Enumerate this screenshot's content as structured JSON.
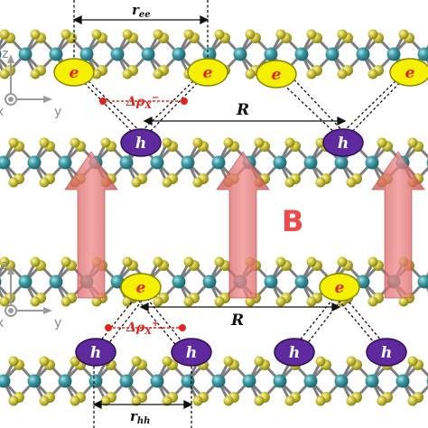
{
  "labels": {
    "electron": "e",
    "hole": "h",
    "r_ee": "r",
    "r_ee_sub": "ee",
    "r_hh": "r",
    "r_hh_sub": "hh",
    "R_top": "R",
    "R_bottom": "R",
    "delta_rho_minus": "Δρ",
    "delta_rho_minus_sub": "X",
    "delta_rho_minus_sup": "−",
    "delta_rho_plus": "Δρ",
    "delta_rho_plus_sub": "X",
    "delta_rho_plus_sup": "+",
    "field": "B"
  },
  "axes": {
    "z": "z",
    "x": "x",
    "y": "y"
  },
  "colors": {
    "electron_fill": "#f5ef00",
    "hole_fill": "#5e2a9e",
    "metal_atom": "#2f8f98",
    "chalcogen_atom": "#c8c23a",
    "arrow_fill": "#e06b6b",
    "field_text": "#f0494a",
    "delta_red": "#e0241b"
  }
}
